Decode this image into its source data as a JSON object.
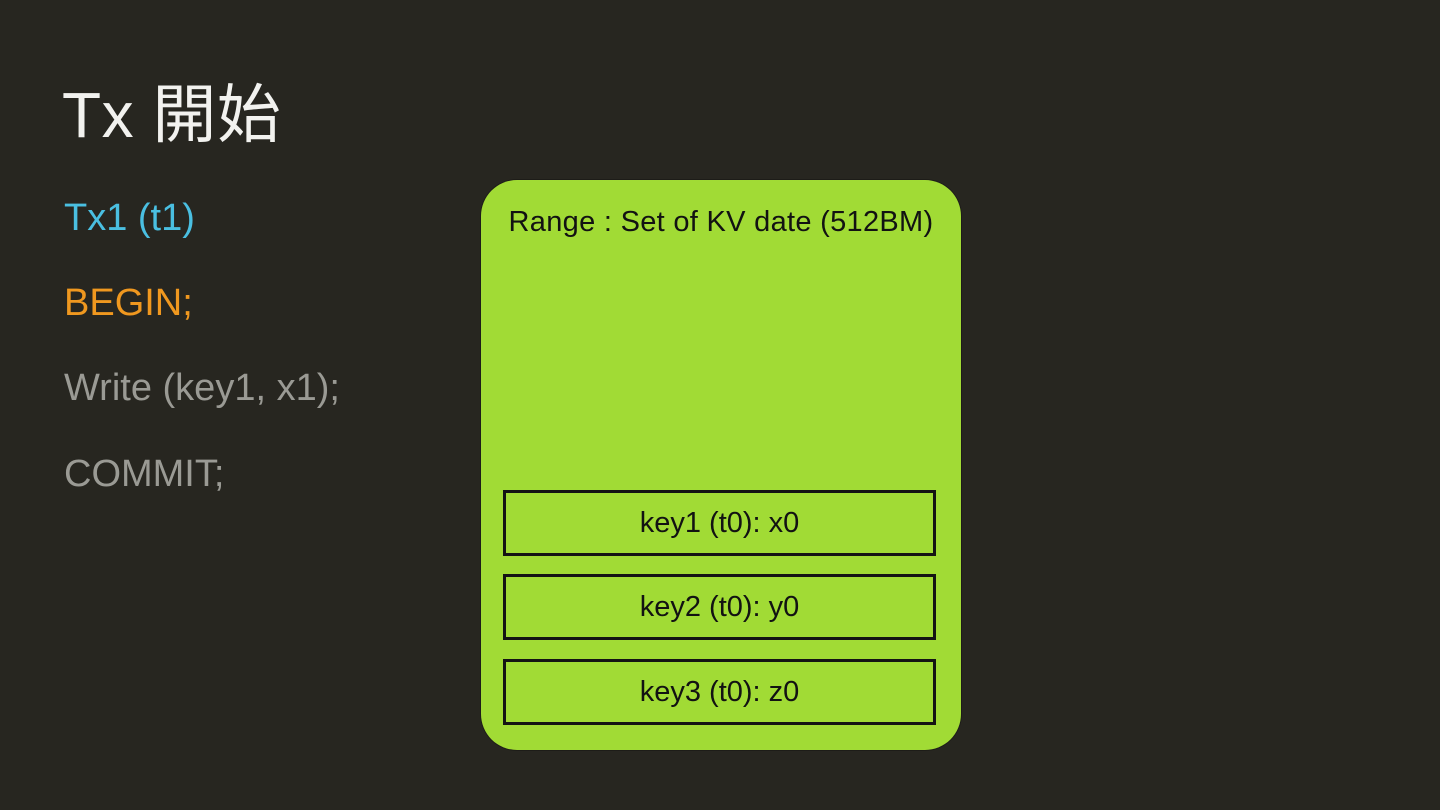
{
  "slide": {
    "title": "Tx 開始",
    "background_color": "#272620",
    "title_color": "#F2F2EF"
  },
  "code": {
    "lines": [
      {
        "text": "Tx1 (t1)",
        "color": "#4ABFE1",
        "role": "transaction-name"
      },
      {
        "text": "BEGIN;",
        "color": "#F0981F",
        "role": "statement-begin"
      },
      {
        "text": "Write (key1, x1);",
        "color": "#9A9A94",
        "role": "statement-write"
      },
      {
        "text": "COMMIT;",
        "color": "#9A9A94",
        "role": "statement-commit"
      }
    ]
  },
  "range_panel": {
    "title": "Range : Set of KV date (512BM)",
    "background_color": "#A1DB35",
    "border_color": "#141414",
    "text_color": "#121212",
    "entries": [
      "key1 (t0): x0",
      "key2 (t0): y0",
      "key3 (t0): z0"
    ]
  }
}
